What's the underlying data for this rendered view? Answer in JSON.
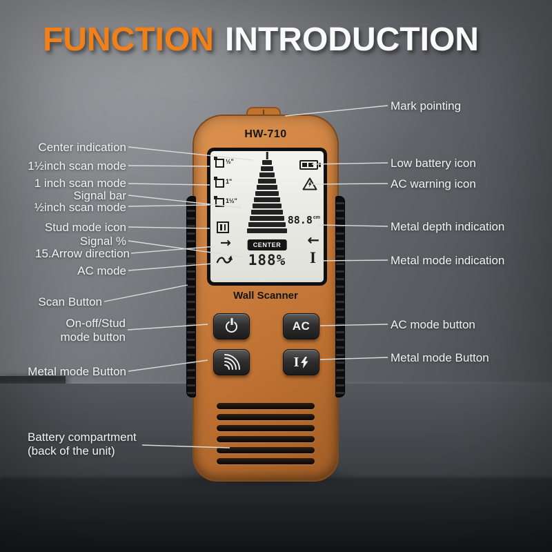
{
  "title": {
    "part1": "FUNCTION",
    "part2": "INTRODUCTION"
  },
  "device": {
    "model": "HW-710",
    "product_name": "Wall Scanner",
    "buttons": {
      "ac_label": "AC"
    },
    "screen": {
      "scan_mode_labels": [
        "½\"",
        "1\"",
        "1½\""
      ],
      "center_badge": "CENTER",
      "signal_percent": "188%",
      "depth_value": "88.8",
      "depth_unit": "cm"
    }
  },
  "icons": {
    "arrow_right": "→",
    "arrow_left": "←",
    "i_beam": "I"
  },
  "callouts_left": [
    "Center indication",
    "1½inch scan mode",
    "1 inch scan mode",
    "Signal bar",
    "½inch scan mode",
    "Stud mode icon",
    "Signal %",
    "15.Arrow direction",
    "AC mode",
    "Scan Button",
    "On-off/Stud mode button",
    "Metal mode Button",
    "Battery compartment (back of the unit)"
  ],
  "callouts_right": [
    "Mark pointing",
    "Low battery icon",
    "AC warning icon",
    "Metal depth indication",
    "Metal mode indication",
    "AC mode button",
    "Metal mode Button"
  ],
  "colors": {
    "accent_orange": "#f28018",
    "device_orange": "#c87a38",
    "background_gray": "#6b6e73"
  }
}
